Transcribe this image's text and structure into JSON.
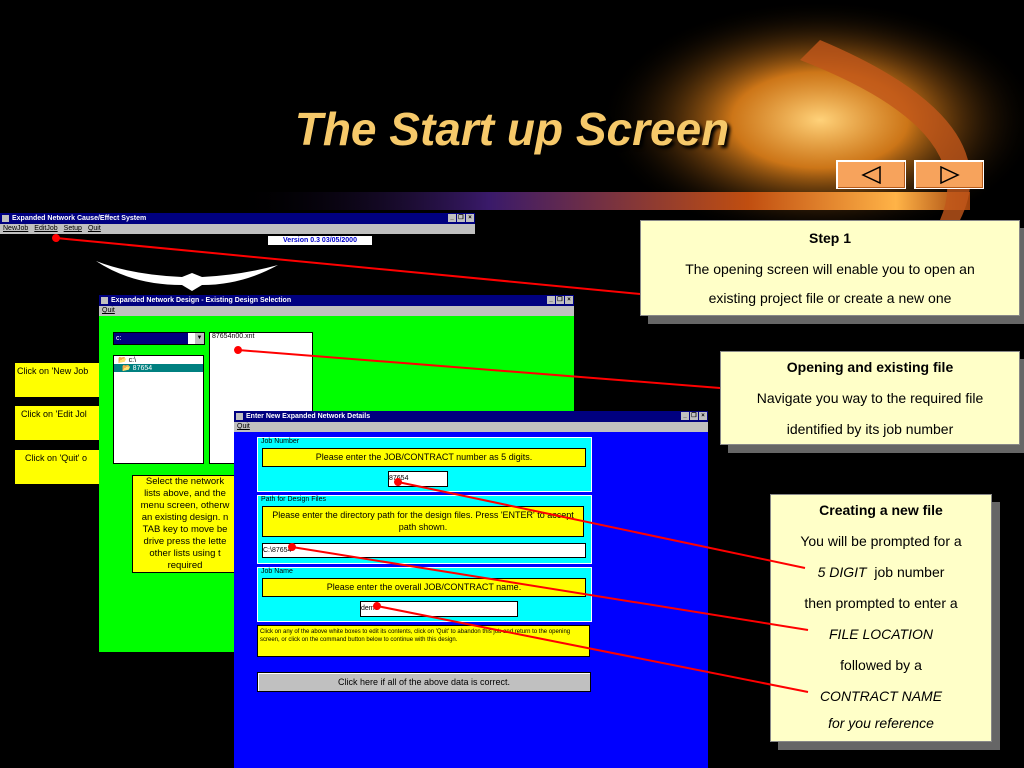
{
  "slide": {
    "title": "The Start up Screen",
    "nav": {
      "prev_icon": "triangle-left",
      "next_icon": "triangle-right"
    }
  },
  "main_window": {
    "title": "Expanded Network Cause/Effect System",
    "menu": [
      "NewJob",
      "EditJob",
      "Setup",
      "Quit"
    ],
    "version": "Version 0.3  03/05/2000",
    "side_labels": [
      "Click on 'New Job",
      "Click on 'Edit Jol",
      "Click on 'Quit' o"
    ]
  },
  "design_window": {
    "title": "Expanded Network Design - Existing Design Selection",
    "menu": [
      "Quit"
    ],
    "drive_select": "c:",
    "dir_list": [
      "c:\\",
      "87654"
    ],
    "file_list": [
      "87654n00.xnt"
    ],
    "instructions": [
      "Select the network",
      "lists above, and the",
      "menu screen, otherw",
      "an existing design. n",
      "TAB key to move be",
      "drive press the lette",
      "other lists using t",
      "required"
    ]
  },
  "details_window": {
    "title": "Enter New Expanded Network Details",
    "menu": [
      "Quit"
    ],
    "job_number": {
      "header": "Job Number",
      "prompt": "Please enter the JOB/CONTRACT number as 5 digits.",
      "value": "87654"
    },
    "path": {
      "header": "Path for Design Files",
      "prompt": "Please enter the directory path for the design files. Press 'ENTER' to accept path shown.",
      "value": "C:\\87654"
    },
    "job_name": {
      "header": "Job Name",
      "prompt": "Please enter the overall JOB/CONTRACT name.",
      "value": "demo"
    },
    "note": "Click on any of the above white boxes to edit its contents, click on 'Quit' to abandon this job and return to the opening screen, or click on the command button below to continue with this design.",
    "confirm_button": "Click here if all of the above data is correct."
  },
  "callouts": {
    "step1": {
      "heading": "Step 1",
      "lines": [
        "The opening screen will enable you to open an",
        "existing project file or create a new  one"
      ]
    },
    "opening": {
      "heading": "Opening and existing file",
      "lines": [
        "Navigate you way to the required file",
        "identified by its job number"
      ]
    },
    "creating": {
      "heading": "Creating a new file",
      "lines": [
        "You will be prompted for a"
      ],
      "digit_em": "5 DIGIT",
      "digit_rest": "  job number",
      "line2": "then prompted to enter a",
      "em1": "FILE LOCATION",
      "line3": "followed by a",
      "em2": "CONTRACT NAME",
      "em3": "for you reference"
    }
  },
  "colors": {
    "title": "#f6c96a",
    "arrow": "#ff0000",
    "green_window": "#00ff00",
    "blue_window": "#0000ff",
    "callout": "#ffffc8"
  }
}
